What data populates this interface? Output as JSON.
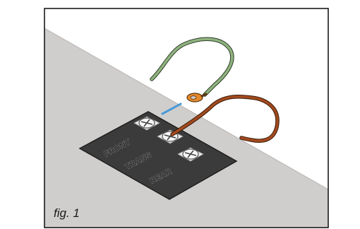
{
  "figure": {
    "caption": "fig. 1",
    "terminal_labels": [
      "FRONT",
      "TRANS",
      "REAR"
    ]
  },
  "colors": {
    "panel_surface": "#d0cecc",
    "terminal_plate": "#3a3a3a",
    "green_wire": "#8fb37f",
    "orange_wire": "#a24a1e",
    "ring_lug": "#e48a2a",
    "insert_arrow": "#4a9ad8"
  }
}
